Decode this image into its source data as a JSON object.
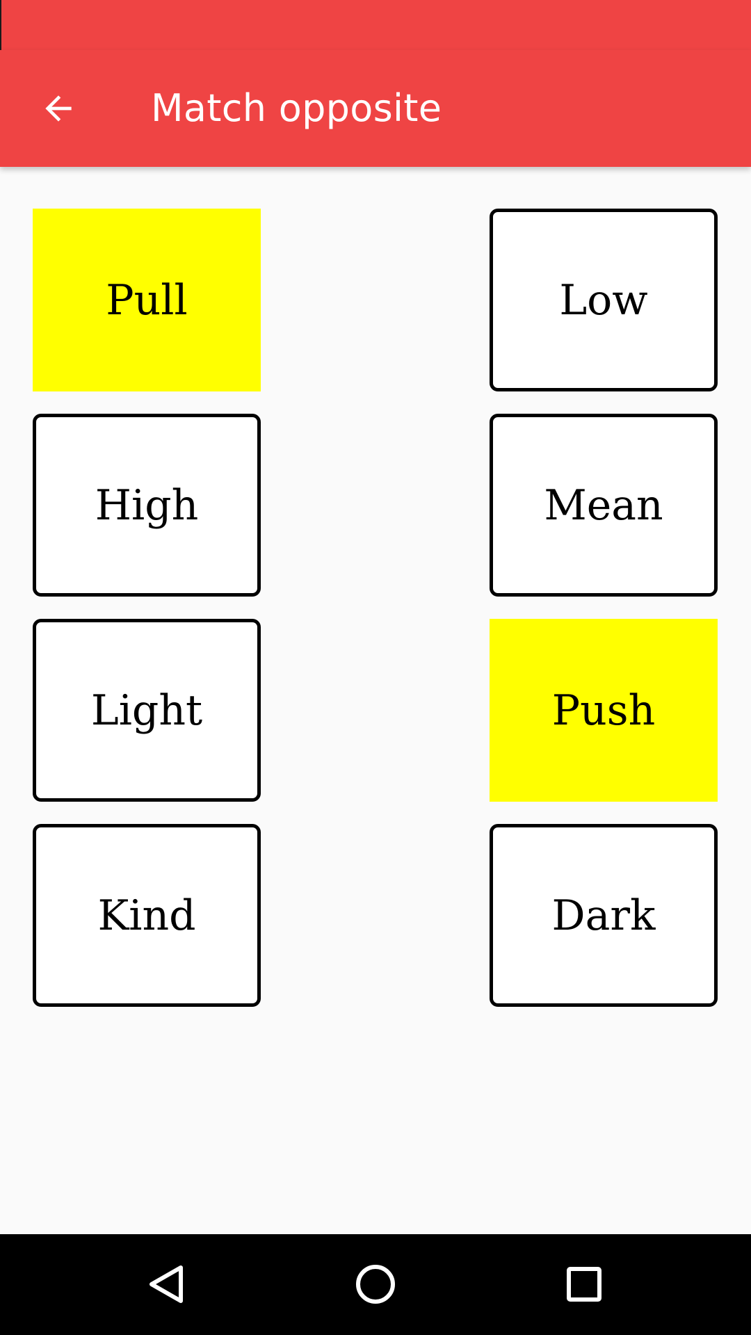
{
  "app": {
    "title": "Match opposite",
    "accent_color": "#ef4444",
    "back_icon": "arrow-left-icon"
  },
  "board": {
    "selected_color": "#ffff00",
    "left_column": [
      {
        "word": "Pull",
        "selected": true
      },
      {
        "word": "High",
        "selected": false
      },
      {
        "word": "Light",
        "selected": false
      },
      {
        "word": "Kind",
        "selected": false
      }
    ],
    "right_column": [
      {
        "word": "Low",
        "selected": false
      },
      {
        "word": "Mean",
        "selected": false
      },
      {
        "word": "Push",
        "selected": true
      },
      {
        "word": "Dark",
        "selected": false
      }
    ]
  },
  "navigation": {
    "back_icon": "triangle-back-icon",
    "home_icon": "circle-home-icon",
    "recents_icon": "square-recents-icon"
  }
}
